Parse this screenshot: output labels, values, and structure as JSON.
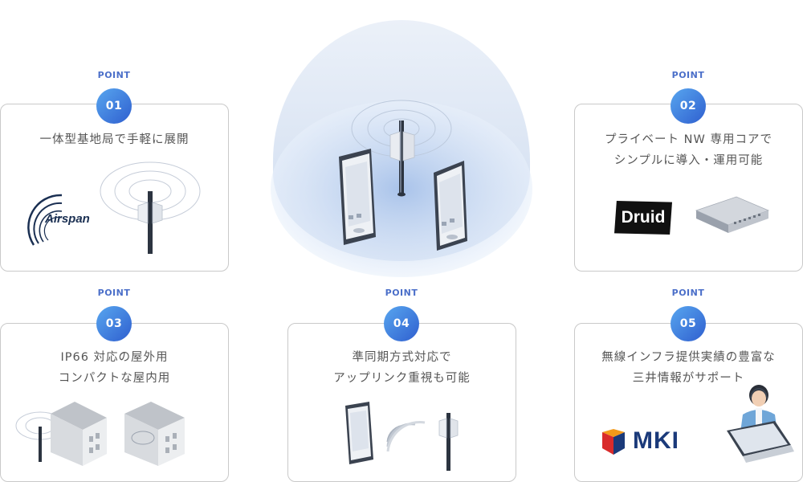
{
  "points": [
    {
      "label": "POINT",
      "number": "01",
      "title_lines": [
        "一体型基地局で手軽に展開"
      ]
    },
    {
      "label": "POINT",
      "number": "02",
      "title_lines": [
        "プライベート NW 専用コアで",
        "シンプルに導入・運用可能"
      ]
    },
    {
      "label": "POINT",
      "number": "03",
      "title_lines": [
        "IP66 対応の屋外用",
        "コンパクトな屋内用"
      ]
    },
    {
      "label": "POINT",
      "number": "04",
      "title_lines": [
        "準同期方式対応で",
        "アップリンク重視も可能"
      ]
    },
    {
      "label": "POINT",
      "number": "05",
      "title_lines": [
        "無線インフラ提供実績の豊富な",
        "三井情報がサポート"
      ]
    }
  ],
  "logos": {
    "airspan": "Airspan",
    "druid": "Druid",
    "mki": "MKI"
  },
  "colors": {
    "badge_start": "#58a6ef",
    "badge_end": "#2f5fcf",
    "point_label": "#4b6fc9",
    "card_border": "#c9c9c9",
    "mki_blue": "#1b3a7a"
  }
}
